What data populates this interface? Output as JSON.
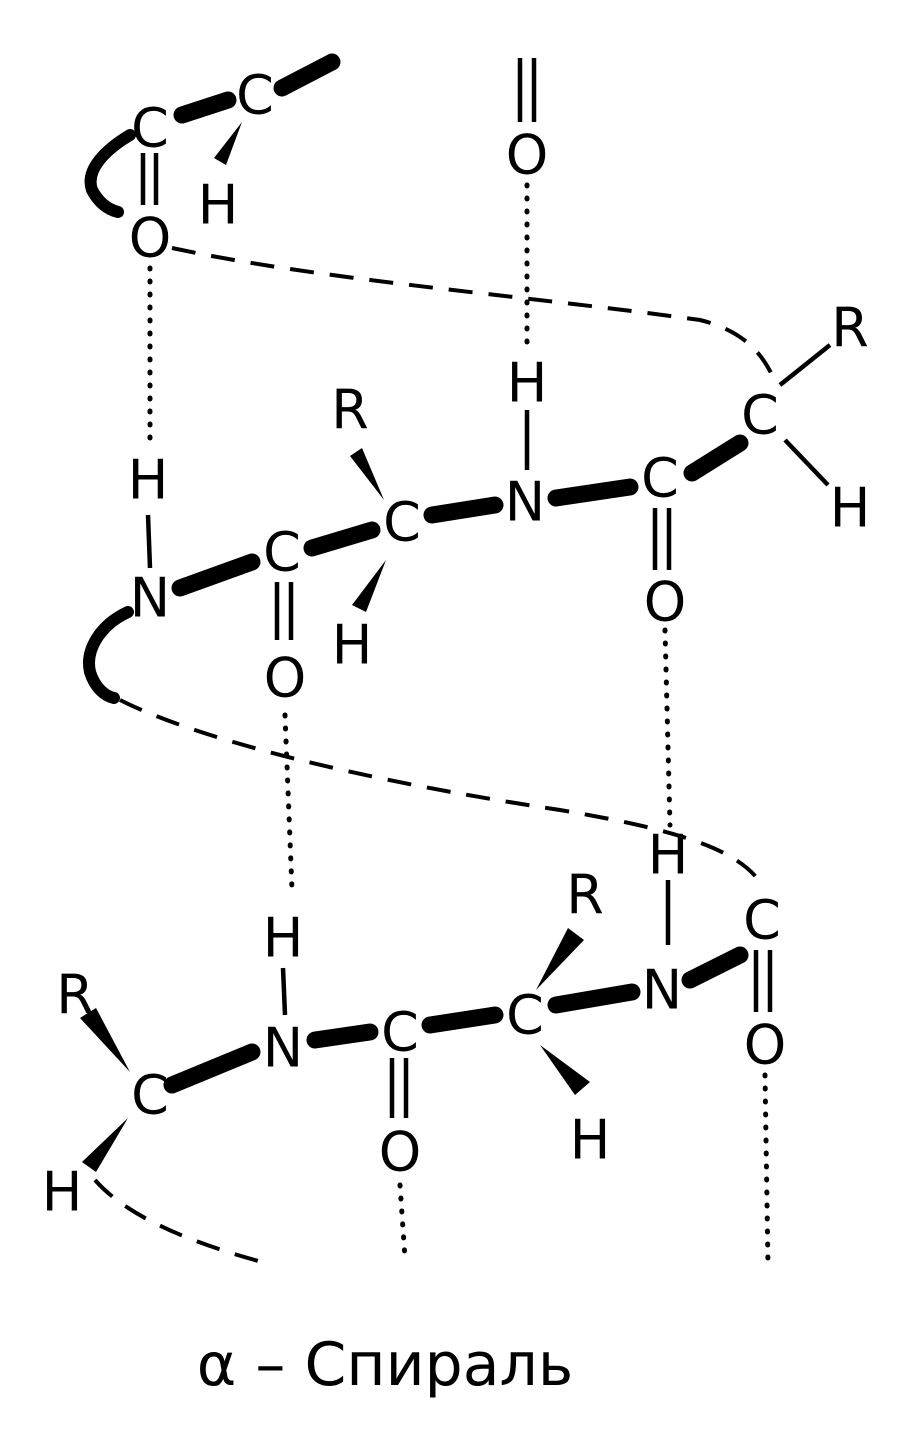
{
  "atoms": {
    "c": "C",
    "n": "N",
    "o": "O",
    "h": "H",
    "r": "R"
  },
  "caption": "α – Спираль"
}
